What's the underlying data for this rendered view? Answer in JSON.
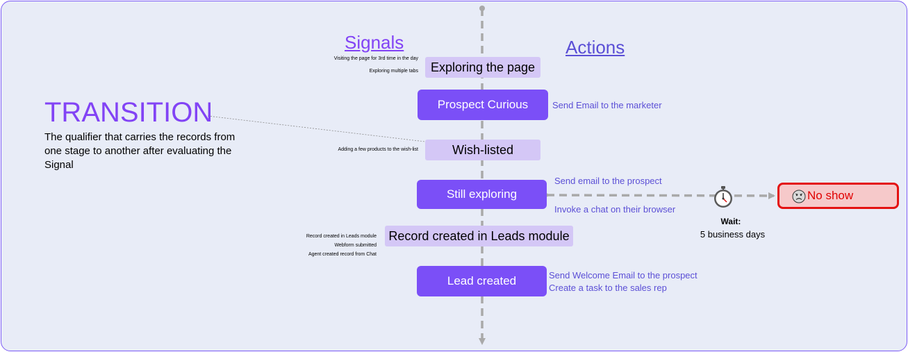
{
  "headings": {
    "signals": "Signals",
    "actions": "Actions"
  },
  "transition": {
    "title": "TRANSITION",
    "description": "The qualifier that carries the records from one stage to another after evaluating the Signal"
  },
  "stages": [
    {
      "label": "Exploring the page",
      "kind": "signal"
    },
    {
      "label": "Prospect Curious",
      "kind": "stage"
    },
    {
      "label": "Wish-listed",
      "kind": "signal"
    },
    {
      "label": "Still exploring",
      "kind": "stage"
    },
    {
      "label": "Record created in Leads module",
      "kind": "signal"
    },
    {
      "label": "Lead created",
      "kind": "stage"
    }
  ],
  "signals": {
    "exploring": [
      "Visiting the page for 3rd time in the day",
      "Exploring multiple tabs"
    ],
    "wishlist": [
      "Adding a few products to the wish-list"
    ],
    "record": [
      "Record created in Leads module",
      "Webform submitted",
      "Agent created record from Chat"
    ]
  },
  "actions": {
    "curious": [
      "Send Email to the marketer"
    ],
    "still_exploring_top": "Send email to the prospect",
    "still_exploring_bottom": "Invoke a chat on their browser",
    "lead": [
      "Send Welcome Email to the prospect",
      "Create a task to the sales rep"
    ]
  },
  "wait": {
    "label": "Wait:",
    "duration": "5 business days"
  },
  "outcome": {
    "label": "No show",
    "icon": "sad-face-icon"
  },
  "colors": {
    "stage": "#7b4ff7",
    "signal_box": "#d4c7f6",
    "accent": "#8243f5",
    "action_text": "#5b4fd6",
    "outcome_bg": "#f6c9ca",
    "outcome_border": "#e41212",
    "connector": "#a9a9a9",
    "canvas": "#e8ecf7"
  }
}
